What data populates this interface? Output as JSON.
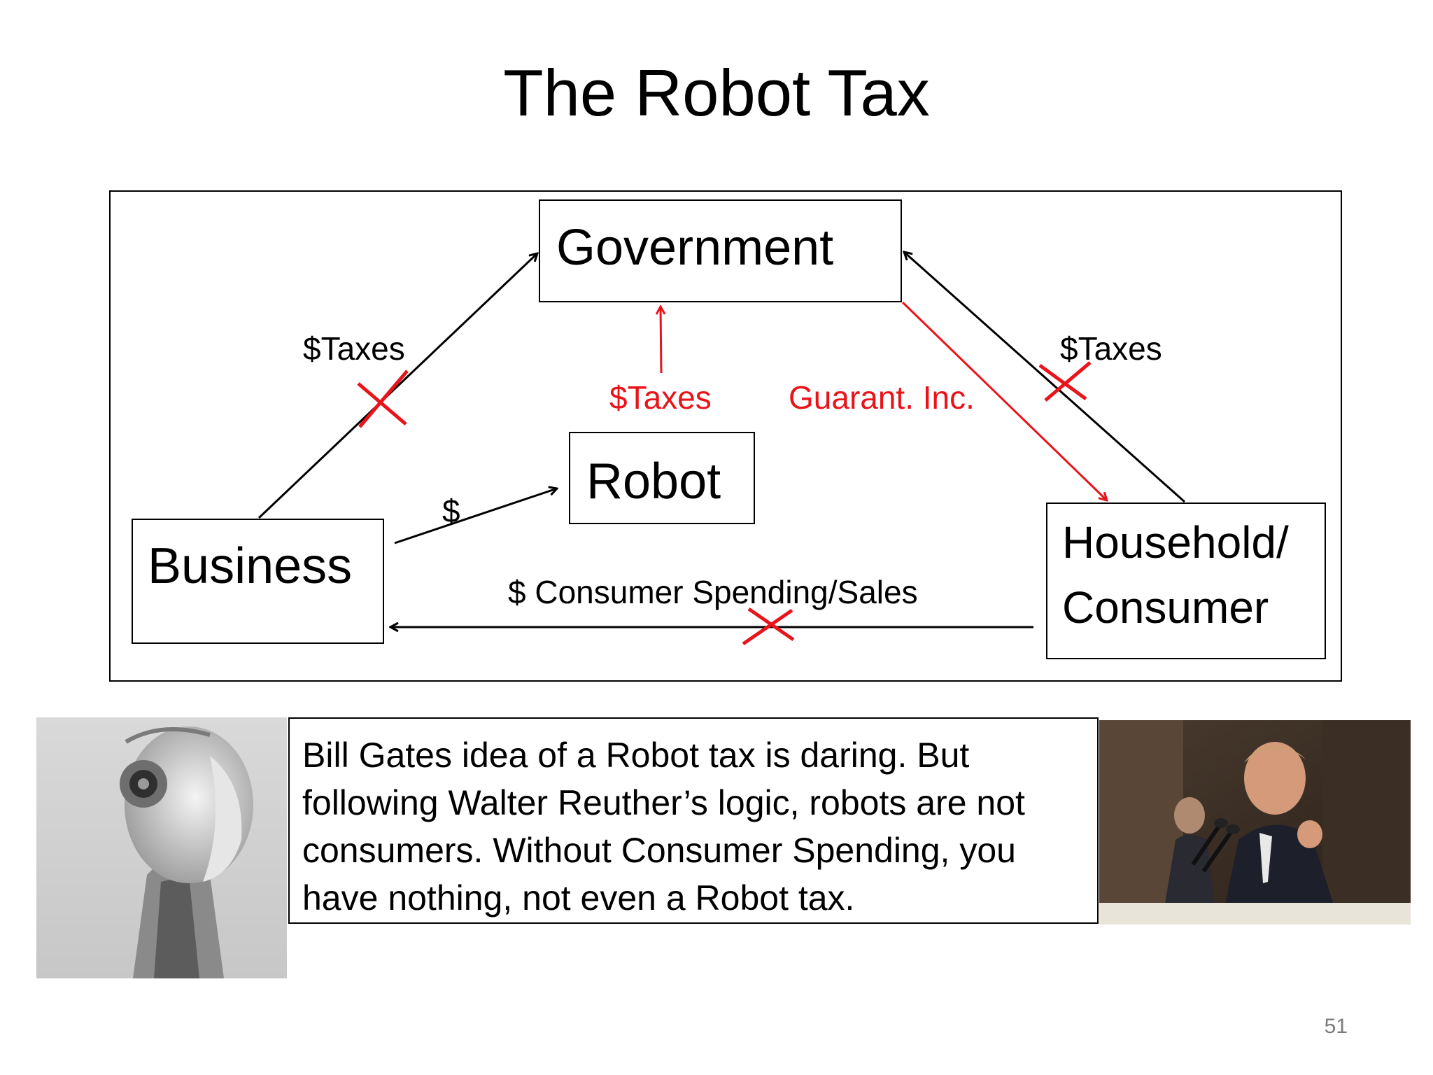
{
  "slide": {
    "title": "The Robot Tax",
    "page_number": "51"
  },
  "diagram": {
    "nodes": {
      "government": "Government",
      "robot": "Robot",
      "business": "Business",
      "household_line1": "Household/",
      "household_line2": "Consumer"
    },
    "edge_labels": {
      "business_to_government": "$Taxes",
      "household_to_government": "$Taxes",
      "robot_to_government": "$Taxes",
      "government_to_household": "Guarant. Inc.",
      "business_to_robot": "$",
      "household_to_business": "$ Consumer Spending/Sales"
    },
    "colors": {
      "line": "#000000",
      "highlight": "#e8141a"
    }
  },
  "caption": {
    "text": "Bill Gates idea of a Robot tax is daring.  But following Walter Reuther’s logic, robots are not consumers. Without Consumer Spending, you have nothing, not even a Robot tax."
  },
  "images": {
    "left": "robot-head-photo",
    "right": "walter-reuther-photo"
  }
}
